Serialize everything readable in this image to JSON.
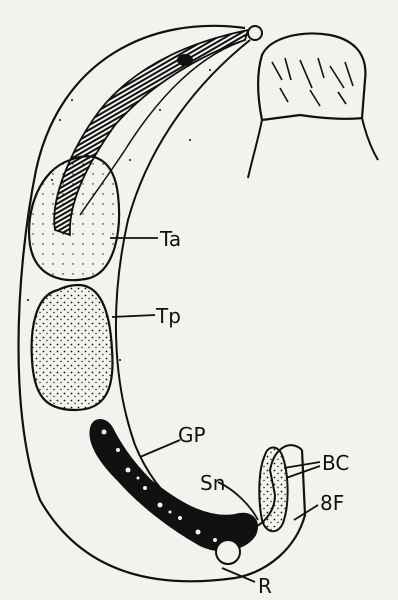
{
  "diagram": {
    "labels": {
      "ta": "Ta",
      "tp": "Tp",
      "gp": "GP",
      "sn": "Sn",
      "bc": "BC",
      "of": "8F",
      "r": "R"
    },
    "colors": {
      "paper": "#f3f2ee",
      "ink": "#111111"
    }
  }
}
